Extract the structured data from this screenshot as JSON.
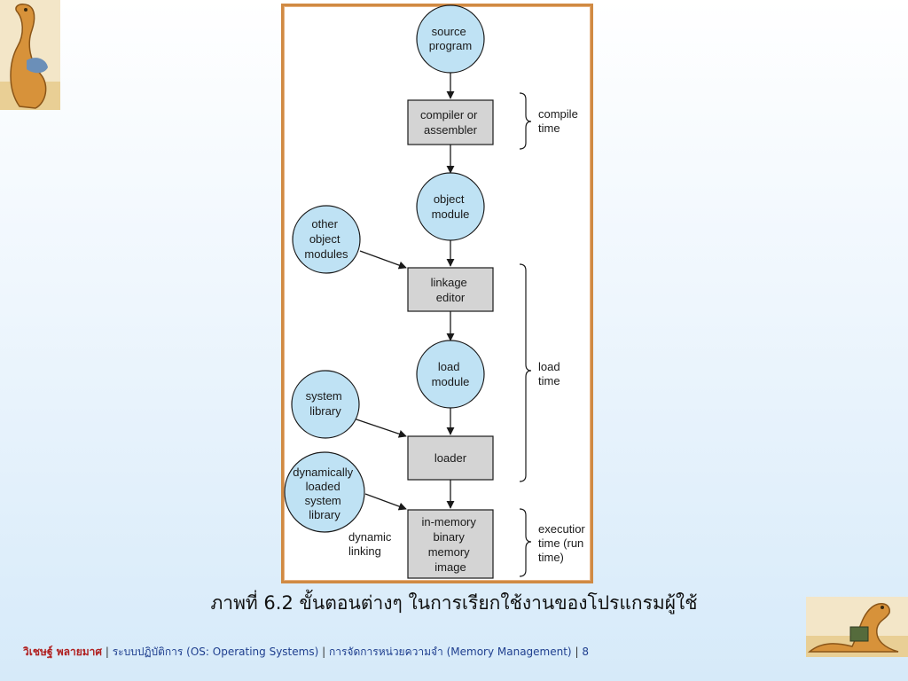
{
  "diagram": {
    "nodes": {
      "source_program": [
        "source",
        "program"
      ],
      "compiler": [
        "compiler or",
        "assembler"
      ],
      "object_module": [
        "object",
        "module"
      ],
      "other_modules": [
        "other",
        "object",
        "modules"
      ],
      "linkage_editor": [
        "linkage",
        "editor"
      ],
      "load_module": [
        "load",
        "module"
      ],
      "system_library": [
        "system",
        "library"
      ],
      "loader": [
        "loader"
      ],
      "dynamic_library": [
        "dynamically",
        "loaded",
        "system",
        "library"
      ],
      "memory_image": [
        "in-memory",
        "binary",
        "memory",
        "image"
      ]
    },
    "edge_labels": {
      "dynamic_linking": [
        "dynamic",
        "linking"
      ]
    },
    "phases": {
      "compile": [
        "compile",
        "time"
      ],
      "load": [
        "load",
        "time"
      ],
      "execution": [
        "executior",
        "time (run",
        "time)"
      ]
    }
  },
  "caption": "ภาพที่ 6.2 ขั้นตอนต่างๆ ในการเรียกใช้งานของโปรแกรมผู้ใช้",
  "footer": {
    "author": "วิเชษฐ์ พลายมาศ",
    "course": "ระบบปฏิบัติการ (OS: Operating Systems)",
    "topic": "การจัดการหน่วยความจำ  (Memory Management)",
    "page": "8",
    "separator": "|"
  },
  "colors": {
    "circle_fill": "#bfe2f4",
    "box_fill": "#d4d4d4",
    "frame": "#d08a43",
    "author": "#b02020",
    "footer_text": "#1f3f8f"
  }
}
